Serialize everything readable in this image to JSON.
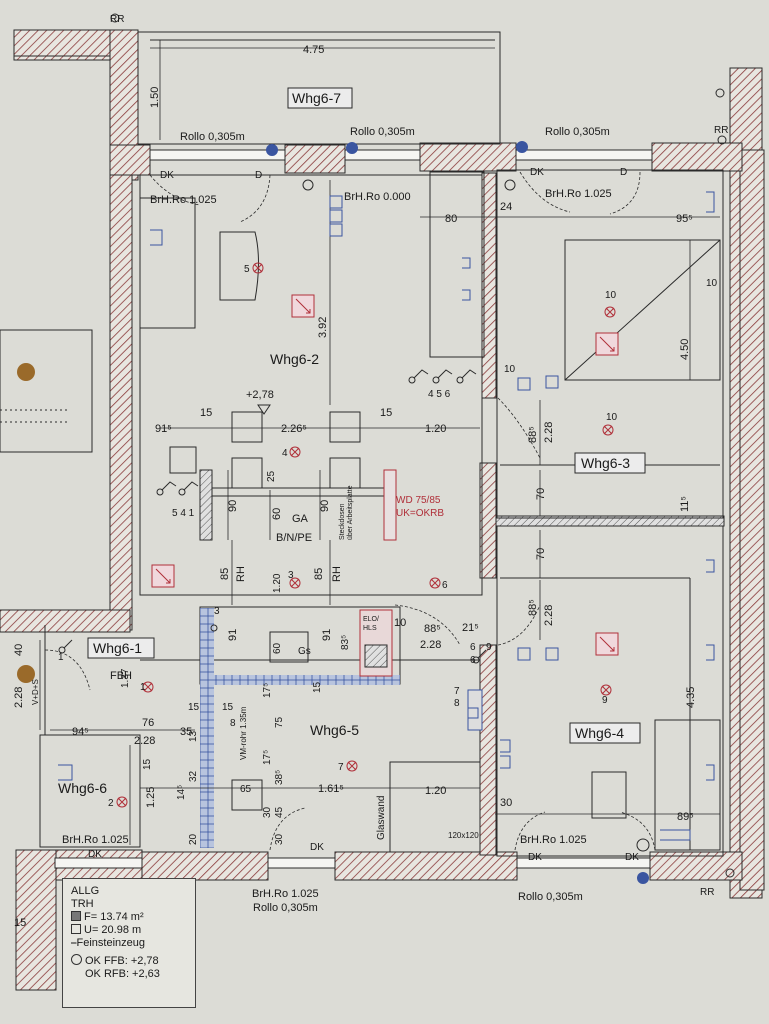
{
  "apartment_labels": {
    "whg6_1": "Whg6-1",
    "whg6_2": "Whg6-2",
    "whg6_3": "Whg6-3",
    "whg6_4": "Whg6-4",
    "whg6_5": "Whg6-5",
    "whg6_6": "Whg6-6",
    "whg6_7": "Whg6-7"
  },
  "dimensions": {
    "top_width": "4.75",
    "top_height": "1.50",
    "d392": "3.92",
    "d91": "91⁵",
    "d15a": "15",
    "d226": "2.26⁵",
    "d15b": "15",
    "d120a": "1.20",
    "d80": "80",
    "d24": "24",
    "d95": "95⁵",
    "d450": "4.50",
    "d228a": "2.28",
    "d88a": "88⁵",
    "d70a": "70",
    "d11": "11⁵",
    "d70b": "70",
    "d228b": "2.28",
    "d88b": "88⁵",
    "d435": "4.35",
    "d85a": "85",
    "rh_a": "RH",
    "d85b": "85",
    "rh_b": "RH",
    "d60a": "60",
    "d90a": "90",
    "d90b": "90",
    "d25": "25",
    "d120b": "1.20",
    "d91b": "91",
    "d91c": "91",
    "d60b": "60",
    "d83": "83⁵",
    "d10": "10",
    "d88c": "88⁵",
    "d21": "21⁵",
    "d228c": "2.28",
    "d6": "6",
    "d15c": "15",
    "d17a": "17⁵",
    "d75": "75",
    "d17b": "17⁵",
    "d38": "38⁵",
    "d65": "65",
    "d161": "1.61⁵",
    "d120c": "1.20",
    "d30a": "30",
    "d45": "45",
    "d30b": "30",
    "d94": "94⁵",
    "d76": "76",
    "d228d": "2.28",
    "d35": "35",
    "d15d": "15",
    "d137": "1.37",
    "d125": "1.25",
    "d30c": "30",
    "d89": "89⁵",
    "d40": "40",
    "d228e": "2.28",
    "d15e": "15",
    "d15f": "15",
    "d15g": "15",
    "d14": "14⁵",
    "d13": "13",
    "d32": "32",
    "d20": "20"
  },
  "annotations": {
    "rollo_top_left": "Rollo 0,305m",
    "rollo_top_mid": "Rollo 0,305m",
    "rollo_top_right": "Rollo 0,305m",
    "rollo_bottom_left": "Rollo 0,305m",
    "rollo_bottom_right": "Rollo 0,305m",
    "brh_ro_1025_a": "BrH.Ro 1.025",
    "brh_ro_0000": "BrH.Ro 0.000",
    "brh_ro_1025_b": "BrH.Ro 1.025",
    "brh_ro_1025_c": "BrH.Ro 1.025",
    "brh_ro_1025_d": "BrH.Ro 1.025",
    "brh_ro_1025_e": "BrH.Ro 1.025",
    "level_278": "+2,78",
    "rr_top_left": "RR",
    "rr_top_right": "RR",
    "rr_bottom_right": "RR",
    "dk_1": "DK",
    "d_1": "D",
    "dk_2": "DK",
    "d_2": "D",
    "dk_3": "DK",
    "dk_4": "DK",
    "dk_5": "DK",
    "dk_6": "DK",
    "fbh": "FBH",
    "wd": "WD 75/85",
    "uk": "UK=OKRB",
    "steckdosen": "Steckdosen",
    "arbeitsplatte": "über Arbeitsplatte",
    "gas": "GA",
    "bnpe": "B/N/PE",
    "elo": "ELO/",
    "hls": "HLS",
    "gs": "Gs",
    "glaswand": "Glaswand",
    "shower": "120x120",
    "vm": "VM-rohr 1.35m",
    "vd": "V+D+S"
  },
  "fixture_numbers": {
    "n5": "5",
    "n4": "4",
    "n3": "3",
    "n6": "6",
    "n7": "7",
    "n1": "1",
    "n2": "2",
    "n8": "8",
    "n9": "9",
    "n10a": "10",
    "n10b": "10",
    "n10c": "10",
    "n10d": "10",
    "n3b": "3",
    "n6b": "6",
    "n7b": "7",
    "n8b": "8",
    "n9b": "9",
    "n45": "4  5  6",
    "n541": "5 4 1",
    "n1b": "1",
    "n2b": "2"
  },
  "legend": {
    "allg": "ALLG",
    "trh": "TRH",
    "area": "F= 13.74 m²",
    "perimeter": "U= 20.98 m",
    "floor": "Feinsteinzeug",
    "ok_ffb": "OK FFB: +2,78",
    "ok_rfb": "OK RFB: +2,63"
  },
  "colors": {
    "paper": "#dcdcd6",
    "wall_line": "#2a2a2a",
    "accent_blue": "#3a55a0",
    "accent_red": "#b0303a"
  }
}
